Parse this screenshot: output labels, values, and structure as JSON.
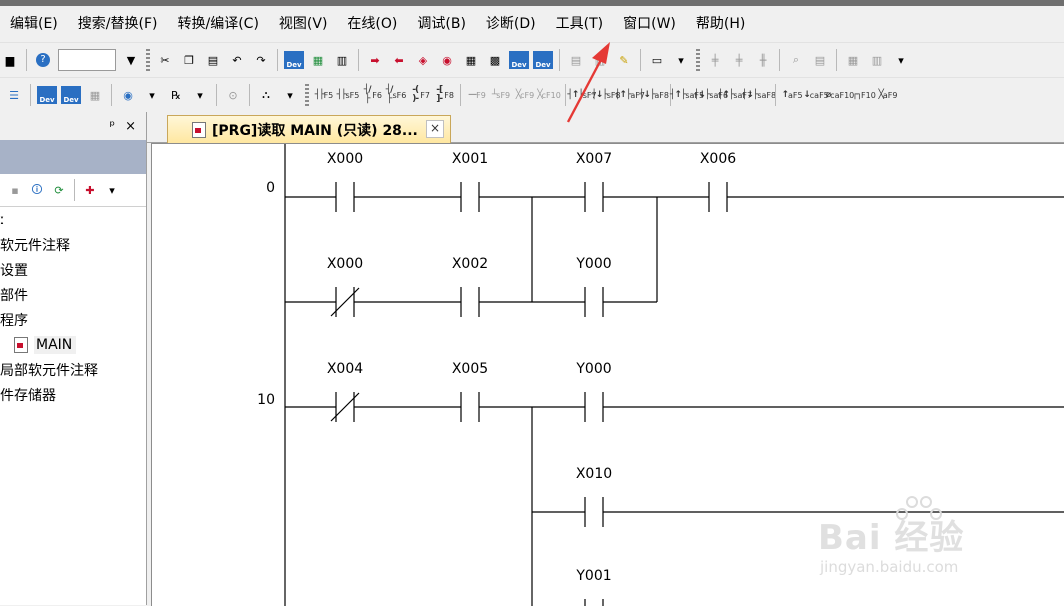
{
  "menu": [
    "编辑(E)",
    "搜索/替换(F)",
    "转换/编译(C)",
    "视图(V)",
    "在线(O)",
    "调试(B)",
    "诊断(D)",
    "工具(T)",
    "窗口(W)",
    "帮助(H)"
  ],
  "toolbar2": {
    "fkeys": [
      {
        "sym": "┤├",
        "label": "F5"
      },
      {
        "sym": "┤├",
        "label": "sF5"
      },
      {
        "sym": "┤/├",
        "label": "F6"
      },
      {
        "sym": "┤/├",
        "label": "sF6"
      },
      {
        "sym": "-( )-",
        "label": "F7"
      },
      {
        "sym": "-[ ]-",
        "label": "F8"
      },
      {
        "sym": "—",
        "label": "F9"
      },
      {
        "sym": "┴",
        "label": "sF9"
      },
      {
        "sym": "╳",
        "label": "cF9"
      },
      {
        "sym": "╳",
        "label": "cF10"
      },
      {
        "sym": "┤↑├",
        "label": "sF7"
      },
      {
        "sym": "┤↓├",
        "label": "sF8"
      },
      {
        "sym": "┤↑├",
        "label": "aF7"
      },
      {
        "sym": "┤↓├",
        "label": "aF8"
      },
      {
        "sym": "┤↑├",
        "label": "saF5"
      },
      {
        "sym": "┤↓├",
        "label": "saF6"
      },
      {
        "sym": "┤↑├",
        "label": "saF7"
      },
      {
        "sym": "┤↓├",
        "label": "saF8"
      },
      {
        "sym": "↑",
        "label": "aF5"
      },
      {
        "sym": "↓",
        "label": "caF5"
      },
      {
        "sym": "⌀",
        "label": "caF10"
      },
      {
        "sym": "┌┐",
        "label": "F10"
      },
      {
        "sym": "╳",
        "label": "aF9"
      }
    ]
  },
  "navigation": {
    "pin": "ᵖ",
    "close": "×",
    "tree": [
      {
        "label": "ː"
      },
      {
        "label": "软元件注释"
      },
      {
        "label": "设置"
      },
      {
        "label": "部件"
      },
      {
        "label": "程序"
      },
      {
        "label": "MAIN",
        "selected": true
      },
      {
        "label": "局部软元件注释"
      },
      {
        "label": "件存储器"
      }
    ]
  },
  "tab": {
    "label": "[PRG]读取 MAIN (只读) 28...",
    "close": "×"
  },
  "ladder": {
    "rungs": [
      {
        "step": "0",
        "rows": [
          [
            "X000",
            "X001",
            "X007",
            "X006"
          ],
          [
            "X000",
            "X002",
            "Y000"
          ]
        ]
      },
      {
        "step": "10",
        "rows": [
          [
            "X004",
            "X005",
            "Y000"
          ],
          [
            "X010"
          ],
          [
            "Y001"
          ]
        ]
      }
    ]
  },
  "watermark": {
    "main": "Bai 经验",
    "sub": "jingyan.baidu.com"
  }
}
